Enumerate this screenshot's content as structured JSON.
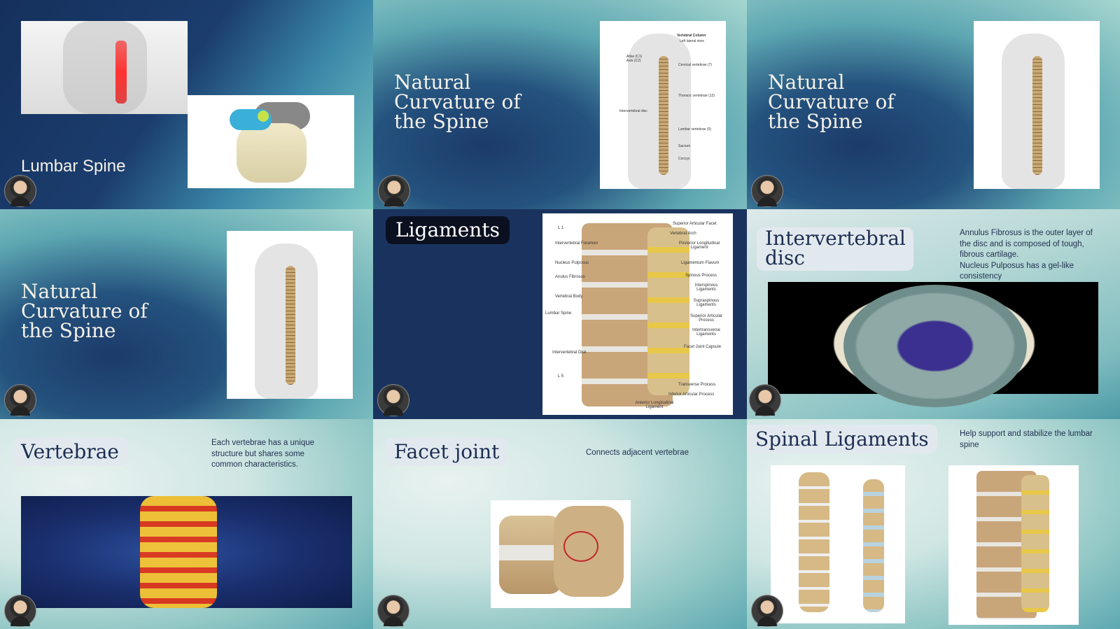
{
  "slides": [
    {
      "title": "Lumbar Spine"
    },
    {
      "title": "Natural Curvature of the Spine",
      "diagram": {
        "heading": "Vertebral Column",
        "subheading": "Left lateral view",
        "labels": [
          "Atlas (C1)",
          "Axis (C2)",
          "Cervical vertebrae (7)",
          "Thoracic vertebrae (12)",
          "Intervertebral disc",
          "Lumbar vertebrae (5)",
          "Sacrum",
          "Coccyx"
        ]
      }
    },
    {
      "title": "Natural Curvature of the Spine"
    },
    {
      "title": "Natural Curvature of the Spine"
    },
    {
      "title": "Ligaments",
      "diagram": {
        "left_labels": [
          "L 1",
          "Intervertebral Foramen",
          "Nucleus Pulposus",
          "Anulus Fibrosus",
          "Vertebral Body",
          "Lumbar Spine",
          "Intervertebral Disk",
          "L 5"
        ],
        "right_labels": [
          "Superior Articular Facet",
          "Vertebral Arch",
          "Posterior Longitudinal Ligament",
          "Ligamentum Flavum",
          "Spinous Process",
          "Interspinous Ligaments",
          "Supraspinous Ligaments",
          "Superior Articular Process",
          "Intertransverse Ligaments",
          "Facet Joint Capsule",
          "Transverse Process",
          "Inferior Articular Process",
          "Anterior Longitudinal Ligament"
        ]
      }
    },
    {
      "title": "Intervertebral disc",
      "body": [
        "Annulus Fibrosus is the outer layer of the disc and is composed of tough, fibrous cartilage.",
        "Nucleus Pulposus has a gel-like consistency"
      ]
    },
    {
      "title": "Vertebrae",
      "body": [
        "Each vertebrae has a unique structure but shares some common characteristics."
      ]
    },
    {
      "title": "Facet joint",
      "body": [
        "Connects adjacent vertebrae"
      ]
    },
    {
      "title": "Spinal Ligaments",
      "body": [
        "Help support and stabilize the lumbar spine"
      ]
    }
  ],
  "colors": {
    "navy": "#1a335e",
    "title_light": "#f4f1e8",
    "title_dark": "#1c2e52",
    "chip": "#e2e9ee"
  }
}
